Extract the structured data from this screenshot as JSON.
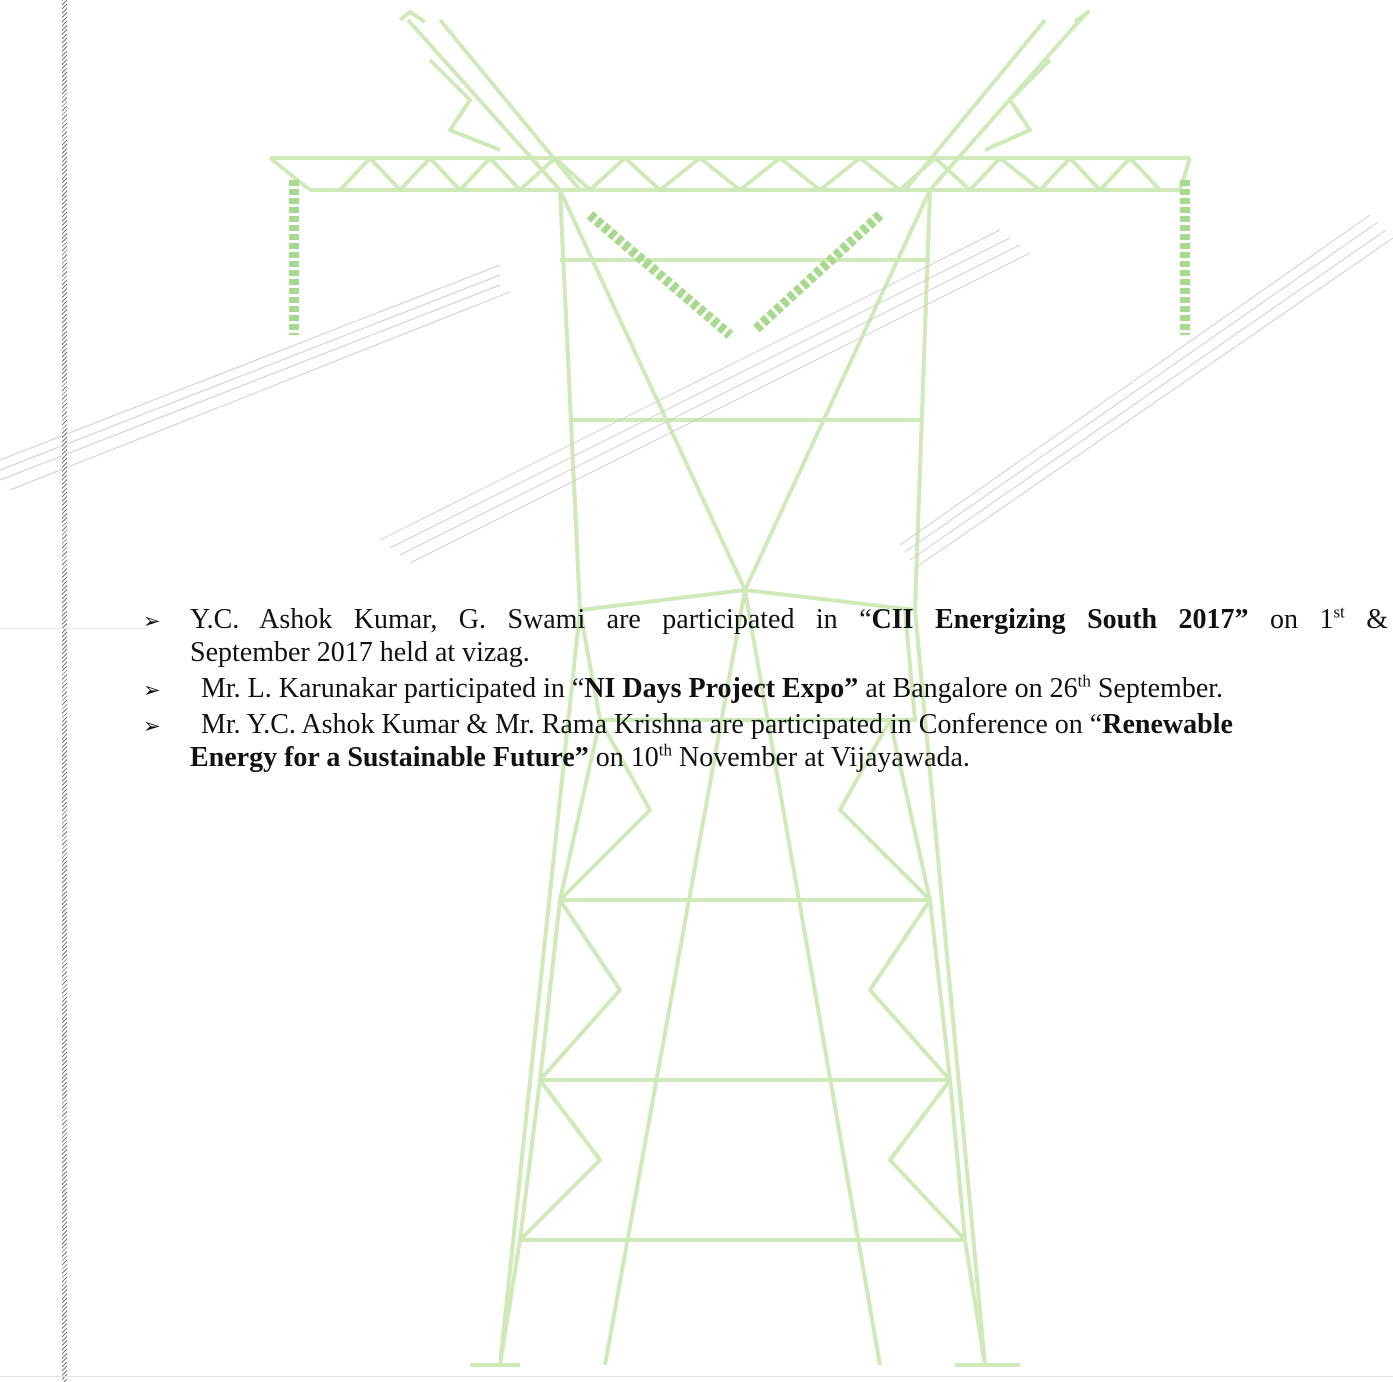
{
  "bullets": [
    {
      "line1": {
        "pre": "Y.C. Ashok Kumar, G. Swami are participated in “",
        "bold": "CII Energizing South 2017”",
        "post": " on 1",
        "sup": "st",
        "tail": " &"
      },
      "line2": "September 2017 held at vizag."
    },
    {
      "pre": "Mr. L. Karunakar participated in “",
      "bold": "NI Days Project Expo”",
      "post": " at Bangalore on 26",
      "sup": "th",
      "tail": " September."
    },
    {
      "pre": "Mr. Y.C. Ashok Kumar & Mr. Rama Krishna are participated in Conference on “",
      "bold1": "Renewable",
      "bold2": "Energy for a Sustainable Future”",
      "post": " on 10",
      "sup": "th",
      "tail": " November at Vijayawada."
    }
  ],
  "colors": {
    "tower": "#c8e6b0",
    "insulator": "#a9d98e",
    "wires": "#c9c9c9",
    "text": "#111111"
  }
}
